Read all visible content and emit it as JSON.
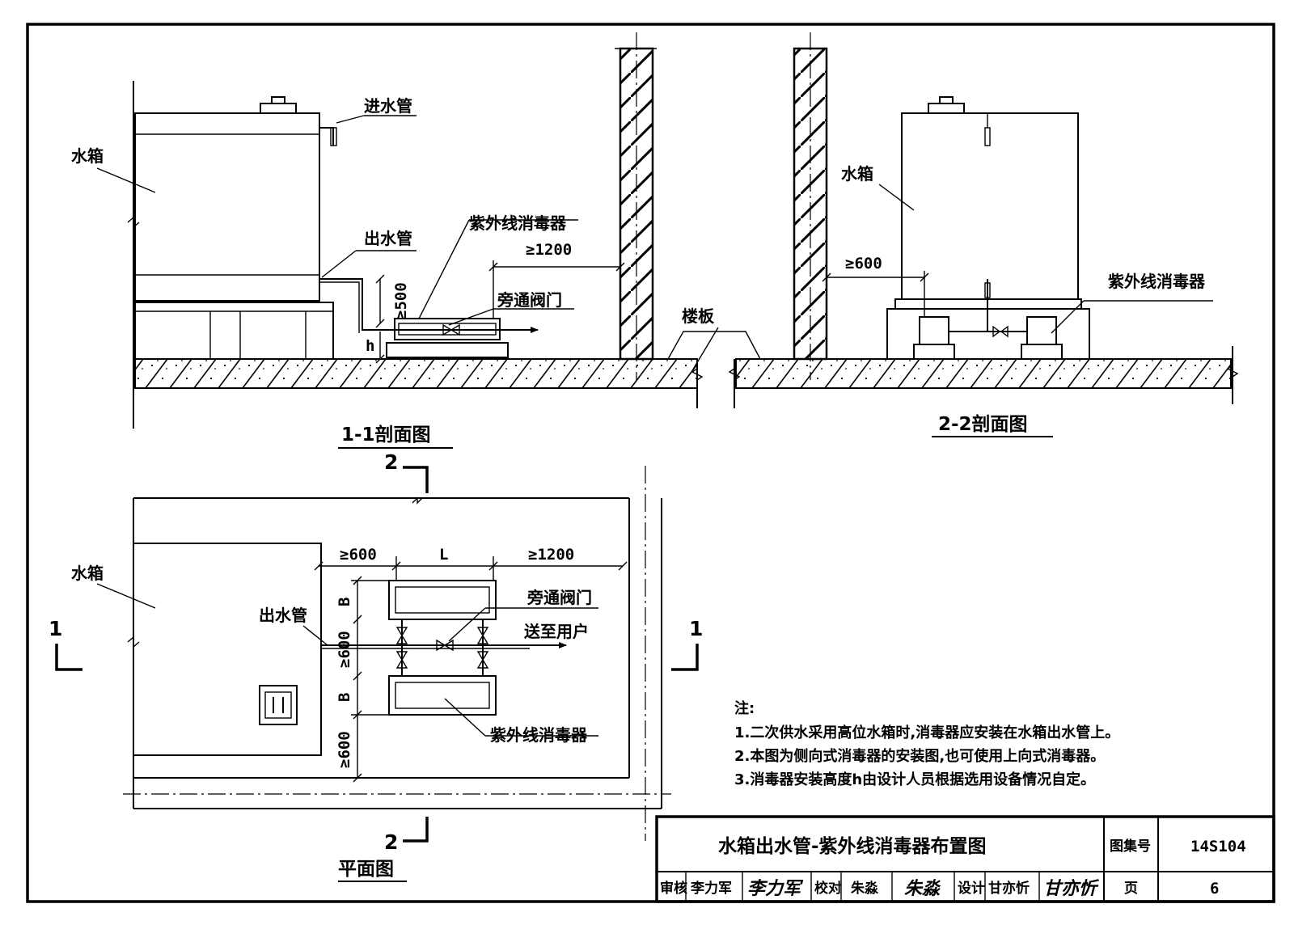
{
  "labels": {
    "s1_tank": "水箱",
    "s1_inlet": "进水管",
    "s1_outlet": "出水管",
    "s1_uv": "紫外线消毒器",
    "s1_bypass": "旁通阀门",
    "s1_dim_1200": "≥1200",
    "s1_dim_500": "≥500",
    "s1_dim_h": "h",
    "floor": "楼板",
    "s2_tank": "水箱",
    "s2_dim_600": "≥600",
    "s2_uv": "紫外线消毒器",
    "p_tank": "水箱",
    "p_outlet": "出水管",
    "p_bypass": "旁通阀门",
    "p_to_user": "送至用户",
    "p_uv": "紫外线消毒器",
    "p_dim_600a": "≥600",
    "p_dim_L": "L",
    "p_dim_1200": "≥1200",
    "p_dim_B1": "B",
    "p_dim_600b": "≥600",
    "p_dim_B2": "B",
    "p_dim_600c": "≥600"
  },
  "section_titles": {
    "s1": "1-1剖面图",
    "s2": "2-2剖面图",
    "plan": "平面图"
  },
  "section_marks": {
    "top": "2",
    "bottom": "2",
    "left": "1",
    "right": "1"
  },
  "notes": {
    "heading": "注:",
    "items": [
      "1.二次供水采用高位水箱时,消毒器应安装在水箱出水管上。",
      "2.本图为侧向式消毒器的安装图,也可使用上向式消毒器。",
      "3.消毒器安装高度h由设计人员根据选用设备情况自定。"
    ]
  },
  "title_block": {
    "title": "水箱出水管-紫外线消毒器布置图",
    "atlas_label": "图集号",
    "atlas_no": "14S104",
    "review_label": "审核",
    "reviewer": "李力军",
    "reviewer_sig": "李力军",
    "check_label": "校对",
    "checker": "朱淼",
    "checker_sig": "朱淼",
    "design_label": "设计",
    "designer": "甘亦忻",
    "designer_sig": "甘亦忻",
    "page_label": "页",
    "page_no": "6"
  }
}
